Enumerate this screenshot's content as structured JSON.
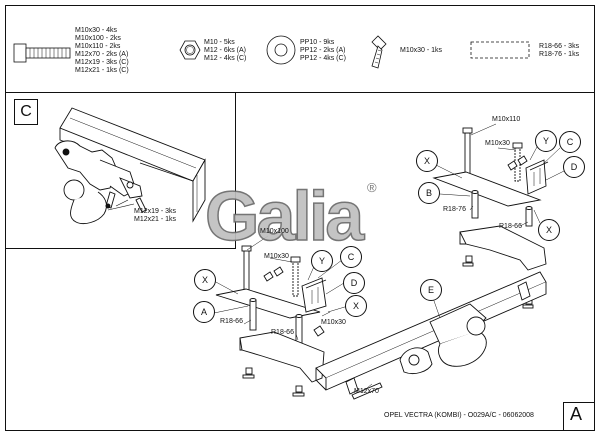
{
  "legend": {
    "bolt_specs": [
      "M10x30 - 4ks",
      "M10x100 - 2ks",
      "M10x110 - 2ks",
      "M12x70 - 2ks (A)",
      "M12x19 - 3ks (C)",
      "M12x21 - 1ks (C)"
    ],
    "nut_specs": [
      "M10 - 5ks",
      "M12 - 6ks (A)",
      "M12 - 4ks (C)"
    ],
    "washer_specs": [
      "PP10 - 9ks",
      "PP12 - 2ks (A)",
      "PP12 - 4ks (C)"
    ],
    "screw_spec": "M10x30 - 1ks",
    "spacer_specs": [
      "R18-66 - 3ks",
      "R18-76 - 1ks"
    ]
  },
  "detail_c": {
    "letter": "C",
    "callouts": [
      "M12x19 - 3ks",
      "M12x21 - 1ks"
    ]
  },
  "brand": {
    "logo_text": "Galia",
    "registered": "®"
  },
  "right_assembly": {
    "labels": {
      "bolt_top": "M10x110",
      "bolt_mid": "M10x30",
      "spacer1": "R18-76",
      "spacer2": "R18-66"
    },
    "callouts": {
      "y": "Y",
      "c": "C",
      "d": "D",
      "x1": "X",
      "b": "B",
      "x2": "X"
    }
  },
  "left_assembly": {
    "labels": {
      "bolt_top": "M10x100",
      "bolt_mid": "M10x30",
      "spacer1": "R18-66",
      "spacer2": "R18-66",
      "bolt_low": "M10x30"
    },
    "callouts": {
      "y": "Y",
      "c": "C",
      "d": "D",
      "x1": "X",
      "a": "A",
      "x2": "X"
    }
  },
  "main_assembly": {
    "callout_e": "E",
    "label_bottom": "M12x70"
  },
  "footer": {
    "caption": "OPEL VECTRA (KOMBI) - O029A/C - 06062008",
    "view_letter": "A"
  }
}
